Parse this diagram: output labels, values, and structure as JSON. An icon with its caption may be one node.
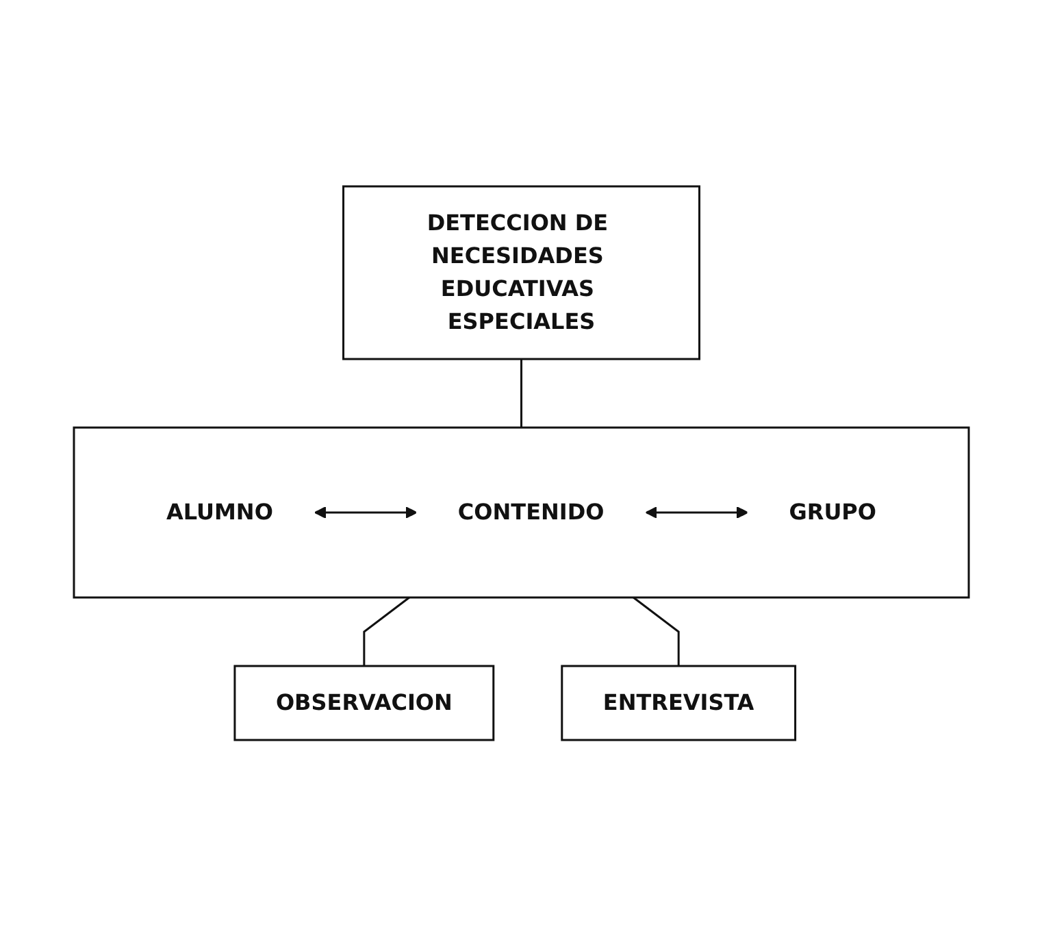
{
  "diagram": {
    "nodes": [
      {
        "text": [
          "DETECCION DE NECESIDADES EDUCATIVAS ESPECIALES"
        ]
      },
      {
        "text": [],
        "shape": "box"
      },
      {
        "text": [
          "ALUMNO"
        ],
        "in": 1
      },
      {
        "text": [
          "CONTENIDO"
        ],
        "in": 1
      },
      {
        "text": [
          "GRUPO"
        ],
        "in": 1
      },
      {
        "text": [
          "OBSERVACION"
        ]
      },
      {
        "text": [
          "ENTREVISTA"
        ]
      }
    ],
    "edges": [
      {
        "from": 0,
        "to": 1,
        "arrow": "none"
      },
      {
        "from": 2,
        "to": 3,
        "arrow": "both"
      },
      {
        "from": 3,
        "to": 4,
        "arrow": "both"
      },
      {
        "from": 1,
        "to": 5,
        "arrow": "none"
      },
      {
        "from": 1,
        "to": 6,
        "arrow": "none"
      }
    ]
  }
}
